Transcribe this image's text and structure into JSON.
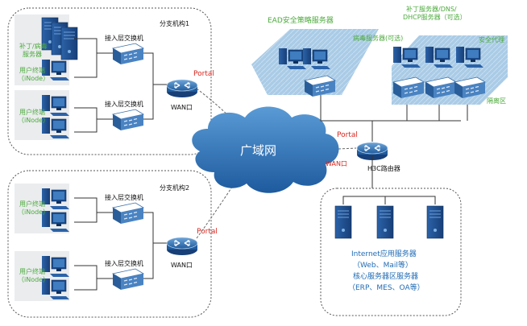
{
  "branch1": {
    "title": "分支机构1",
    "patch_server_label_1": "补丁/病毒",
    "patch_server_label_2": "服务器",
    "user_terminal_1_a": "用户终端",
    "user_terminal_1_b": "（iNode）",
    "user_terminal_2_a": "用户终端",
    "user_terminal_2_b": "（iNode）",
    "access_switch_1": "接入层交换机",
    "access_switch_2": "接入层交换机",
    "portal": "Portal",
    "wan": "WAN口"
  },
  "branch2": {
    "title": "分支机构2",
    "user_terminal_1_a": "用户终端",
    "user_terminal_1_b": "（iNode）",
    "user_terminal_2_a": "用户终端",
    "user_terminal_2_b": "（iNode）",
    "access_switch_1": "接入层交换机",
    "access_switch_2": "接入层交换机",
    "portal": "Portal",
    "wan": "WAN口"
  },
  "cloud": {
    "label": "广域网"
  },
  "hq": {
    "ead_label": "EAD安全策略服务器",
    "virus_server_label": "病毒服务器(可选)",
    "patch_dns_1": "补丁服务器/DNS/",
    "patch_dns_2": "DHCP服务器（可选）",
    "security_agent": "安全代理",
    "isolation_zone": "隔离区",
    "portal": "Portal",
    "wan": "WAN口",
    "router": "H3C路由器"
  },
  "server_zone": {
    "line1": "Internet应用服务器",
    "line2": "（Web、Mail等）",
    "line3": "核心服务器区服务器",
    "line4": "（ERP、MES、OA等）"
  },
  "colors": {
    "label_green": "#4caa3c",
    "label_blue": "#1f6bb5",
    "portal_red": "#d7261e",
    "cloud_blue": "#2d6fb5",
    "zone_blue": "#a9cbe6"
  }
}
